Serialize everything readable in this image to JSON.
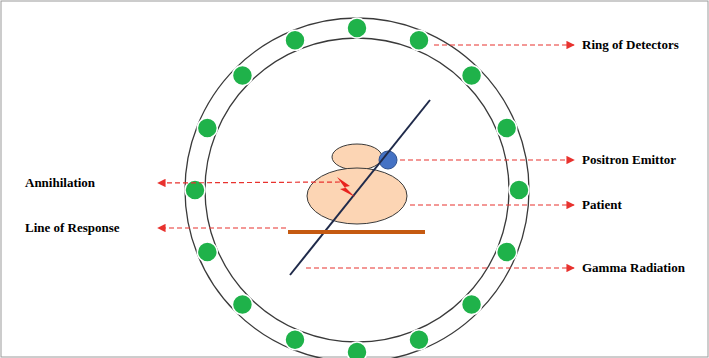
{
  "diagram": {
    "labels": [
      "Ring of Detectors",
      "Positron Emittor",
      "Patient",
      "Gamma Radiation",
      "Annihilation",
      "Line of Response"
    ]
  }
}
